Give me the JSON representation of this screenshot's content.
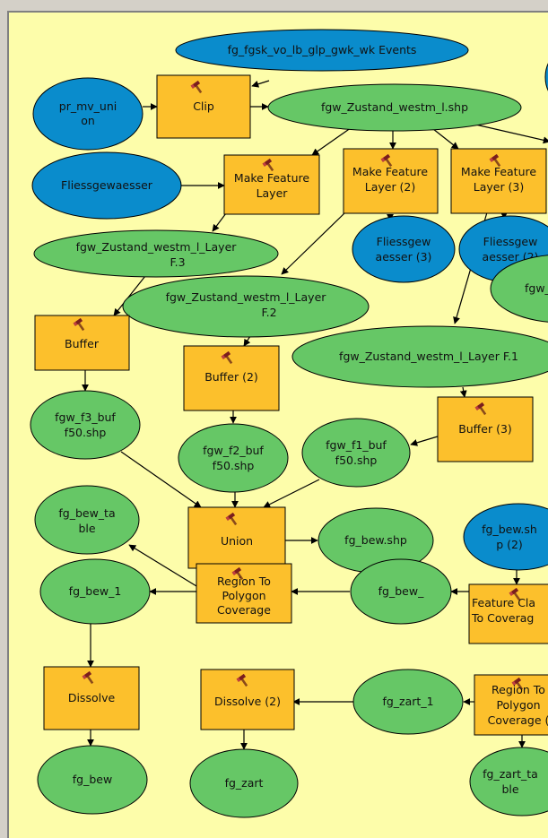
{
  "colors": {
    "canvas": "#fdfdaa",
    "data_input": "#0a8ccc",
    "derived_data": "#66c766",
    "tool": "#fcc02c"
  },
  "nodes": {
    "fg_fgsk_events": "fg_fgsk_vo_lb_glp_gwk_wk Events",
    "pr_mv_union": [
      "pr_mv_uni",
      "on"
    ],
    "clip": "Clip",
    "fgw_zustand_shp": "fgw_Zustand_westm_l.shp",
    "fliessgewaesser": "Fliessgewaesser",
    "make_feature_layer": [
      "Make Feature",
      "Layer"
    ],
    "make_feature_layer_2": [
      "Make Feature",
      "Layer (2)"
    ],
    "make_feature_layer_3": [
      "Make Feature",
      "Layer (3)"
    ],
    "layer_f3": [
      "fgw_Zustand_westm_l_Layer",
      "F.3"
    ],
    "fliessgewaesser_3": [
      "Fliessgew",
      "aesser (3)"
    ],
    "fliessgewaesser_2": [
      "Fliessgew",
      "aesser (2)"
    ],
    "fgw_partial": "fgw_",
    "layer_f2": [
      "fgw_Zustand_westm_l_Layer",
      "F.2"
    ],
    "buffer": "Buffer",
    "buffer_2": "Buffer (2)",
    "layer_f1": "fgw_Zustand_westm_l_Layer F.1",
    "buffer_3": "Buffer (3)",
    "fgw_f3_buf": [
      "fgw_f3_buf",
      "f50.shp"
    ],
    "fgw_f2_buf": [
      "fgw_f2_buf",
      "f50.shp"
    ],
    "fgw_f1_buf": [
      "fgw_f1_buf",
      "f50.shp"
    ],
    "fg_bew_table": [
      "fg_bew_ta",
      "ble"
    ],
    "union": "Union",
    "fg_bew_shp": "fg_bew.shp",
    "fg_bew_shp_2": [
      "fg_bew.sh",
      "p (2)"
    ],
    "region_to_polygon": [
      "Region To",
      "Polygon",
      "Coverage"
    ],
    "fg_bew_1": "fg_bew_1",
    "fg_bew_": "fg_bew_",
    "feature_class_to_coverage": [
      "Feature Cla",
      "To Coverag"
    ],
    "dissolve": "Dissolve",
    "dissolve_2": "Dissolve (2)",
    "fg_zart_1": "fg_zart_1",
    "region_to_polygon_2": [
      "Region To",
      "Polygon",
      "Coverage ("
    ],
    "fg_bew": "fg_bew",
    "fg_zart": "fg_zart",
    "fg_zart_table": [
      "fg_zart_ta",
      "ble"
    ]
  }
}
